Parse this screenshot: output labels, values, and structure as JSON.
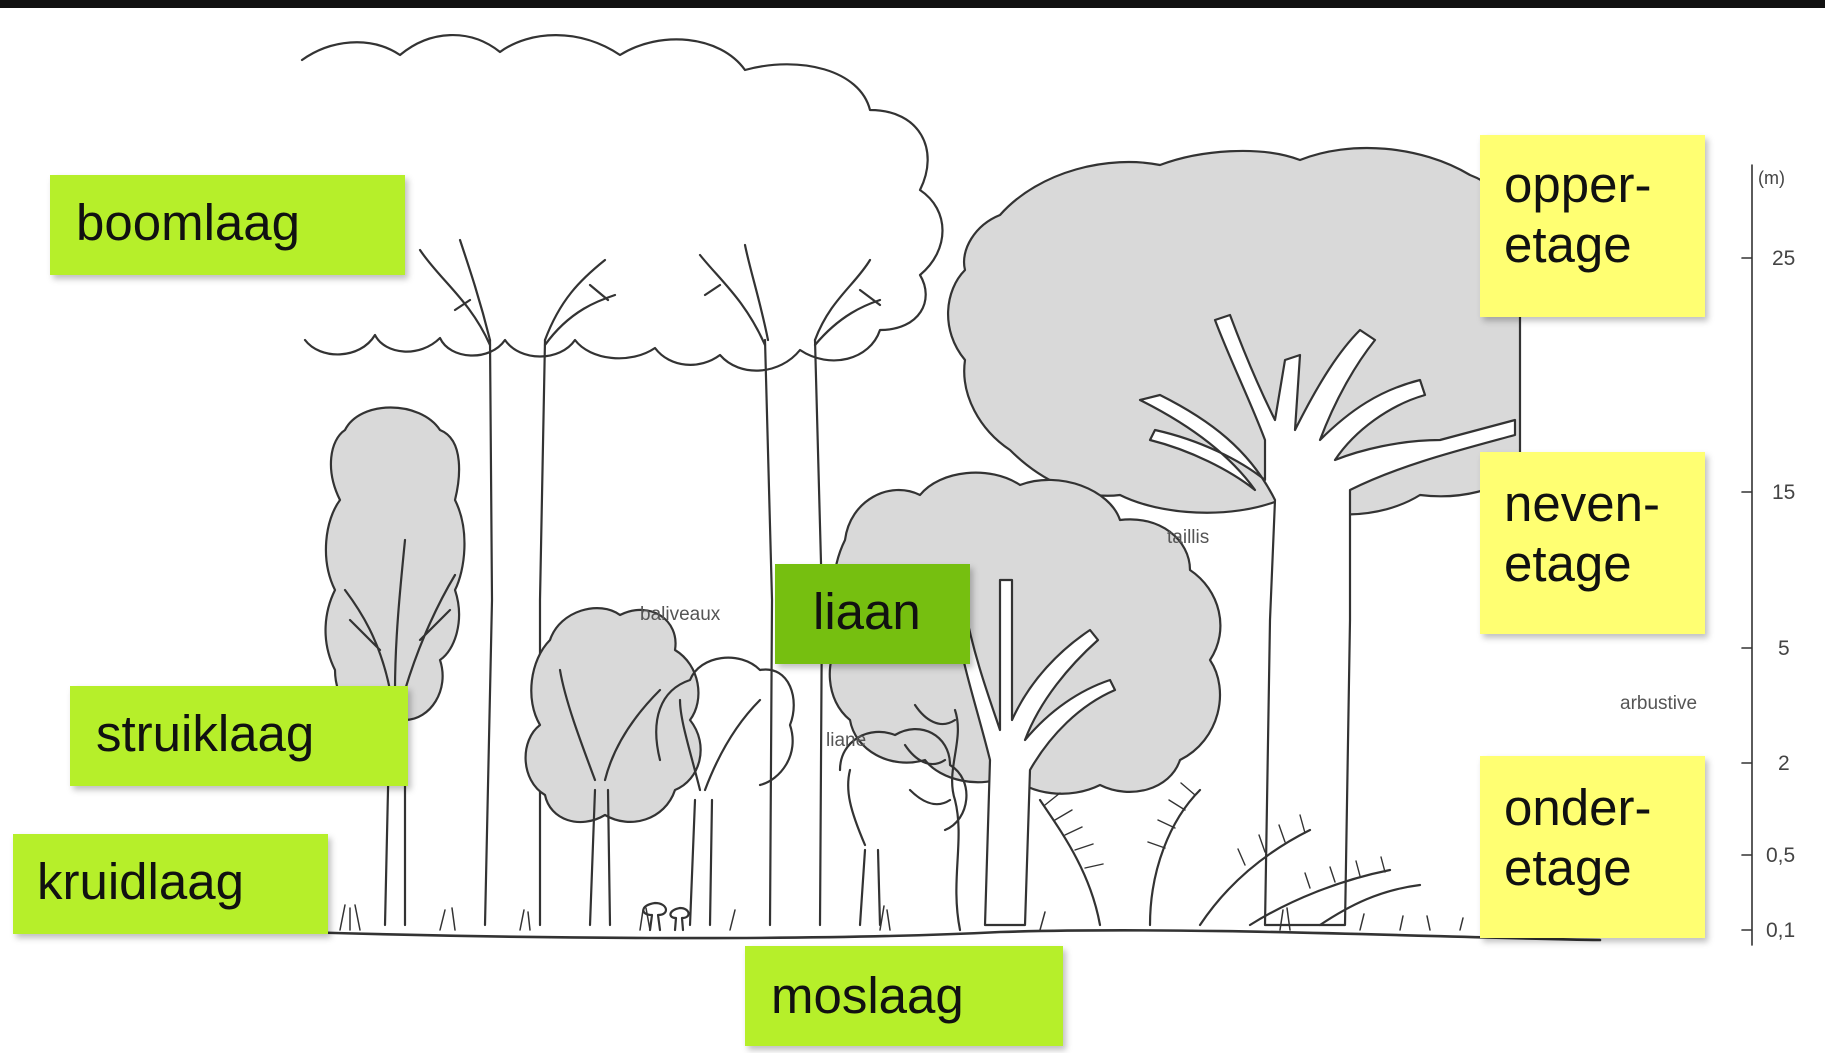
{
  "labels": {
    "boomlaag": "boomlaag",
    "struiklaag": "struiklaag",
    "kruidlaag": "kruidlaag",
    "moslaag": "moslaag",
    "liaan": "liaan",
    "opper_1": "opper-",
    "opper_2": "etage",
    "neven_1": "neven-",
    "neven_2": "etage",
    "onder_1": "onder-",
    "onder_2": "etage"
  },
  "annotations": {
    "baliveaux": "baliveaux",
    "taillis": "taillis",
    "liane": "liane",
    "arbustive": "arbustive"
  },
  "scale": {
    "unit": "(m)",
    "ticks": [
      "25",
      "15",
      "5",
      "2",
      "0,5",
      "0,1"
    ]
  },
  "colors": {
    "green_label": "#b6ef2a",
    "dark_green_label": "#76bf10",
    "yellow_label": "#ffff72",
    "grey_foliage": "#d9d9d9",
    "outline": "#333333"
  }
}
